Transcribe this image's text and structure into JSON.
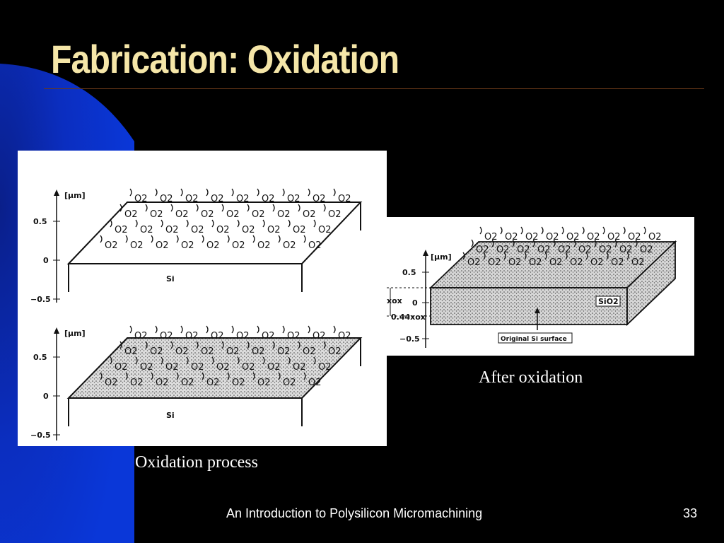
{
  "slide": {
    "title": "Fabrication: Oxidation",
    "footer": "An Introduction to Polysilicon Micromachining",
    "page_number": "33"
  },
  "colors": {
    "background": "#000000",
    "accent_blue": "#0a2fc4",
    "title": "#f5e6a8",
    "rule": "#6b3a1a"
  },
  "figures": {
    "process": {
      "caption": "Oxidation process",
      "top_diagram": {
        "unit_label": "[μm]",
        "ticks": [
          "0.5",
          "0",
          "−0.5"
        ],
        "surface_label": "Si",
        "molecule_label": "O2"
      },
      "bottom_diagram": {
        "unit_label": "[μm]",
        "ticks": [
          "0.5",
          "0",
          "−0.5"
        ],
        "surface_label": "Si",
        "molecule_label": "O2"
      }
    },
    "after": {
      "caption": "After oxidation",
      "unit_label": "[μm]",
      "ticks": [
        "0.5",
        "0",
        "−0.5"
      ],
      "oxide_label": "SiO2",
      "xox_label": "xox",
      "fraction_label": "0.44xox",
      "surface_callout": "Original Si surface",
      "molecule_label": "O2"
    }
  }
}
